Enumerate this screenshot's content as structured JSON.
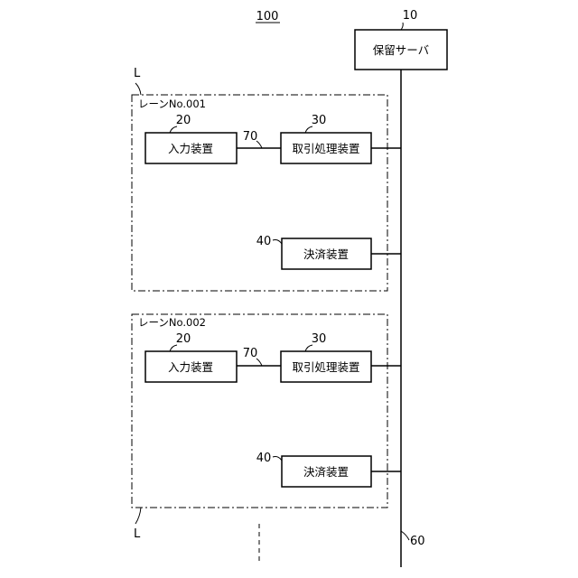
{
  "figure_ref": "100",
  "server": {
    "ref": "10",
    "label": "保留サーバ"
  },
  "network_ref": "60",
  "lane_marker": "L",
  "lanes": [
    {
      "title": "レーンNo.001",
      "input": {
        "ref": "20",
        "label": "入力装置"
      },
      "link_ref": "70",
      "transaction": {
        "ref": "30",
        "label": "取引処理装置"
      },
      "payment": {
        "ref": "40",
        "label": "決済装置"
      }
    },
    {
      "title": "レーンNo.002",
      "input": {
        "ref": "20",
        "label": "入力装置"
      },
      "link_ref": "70",
      "transaction": {
        "ref": "30",
        "label": "取引処理装置"
      },
      "payment": {
        "ref": "40",
        "label": "決済装置"
      }
    }
  ]
}
